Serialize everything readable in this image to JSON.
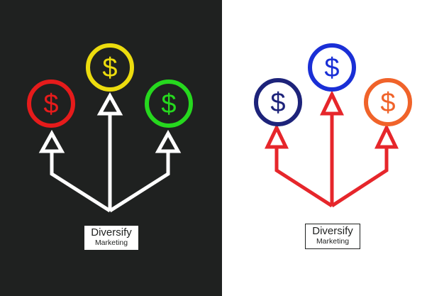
{
  "panels": [
    {
      "name": "dark",
      "background": "#1f2120",
      "arrow_color": "#ffffff",
      "coins": [
        {
          "symbol": "$",
          "color": "#e61b1b",
          "fill": "#1f2120",
          "icon": "dollar-coin-icon"
        },
        {
          "symbol": "$",
          "color": "#ecdc0e",
          "fill": "#1f2120",
          "icon": "dollar-coin-icon"
        },
        {
          "symbol": "$",
          "color": "#26d81e",
          "fill": "#1f2120",
          "icon": "dollar-coin-icon"
        }
      ],
      "label": {
        "title": "Diversify",
        "subtitle": "Marketing"
      }
    },
    {
      "name": "light",
      "background": "#ffffff",
      "arrow_color": "#e6262b",
      "coins": [
        {
          "symbol": "$",
          "color": "#1d237a",
          "fill": "#ffffff",
          "icon": "dollar-coin-icon"
        },
        {
          "symbol": "$",
          "color": "#1a2fd6",
          "fill": "#ffffff",
          "icon": "dollar-coin-icon"
        },
        {
          "symbol": "$",
          "color": "#f0632a",
          "fill": "#ffffff",
          "icon": "dollar-coin-icon"
        }
      ],
      "label": {
        "title": "Diversify",
        "subtitle": "Marketing"
      }
    }
  ]
}
